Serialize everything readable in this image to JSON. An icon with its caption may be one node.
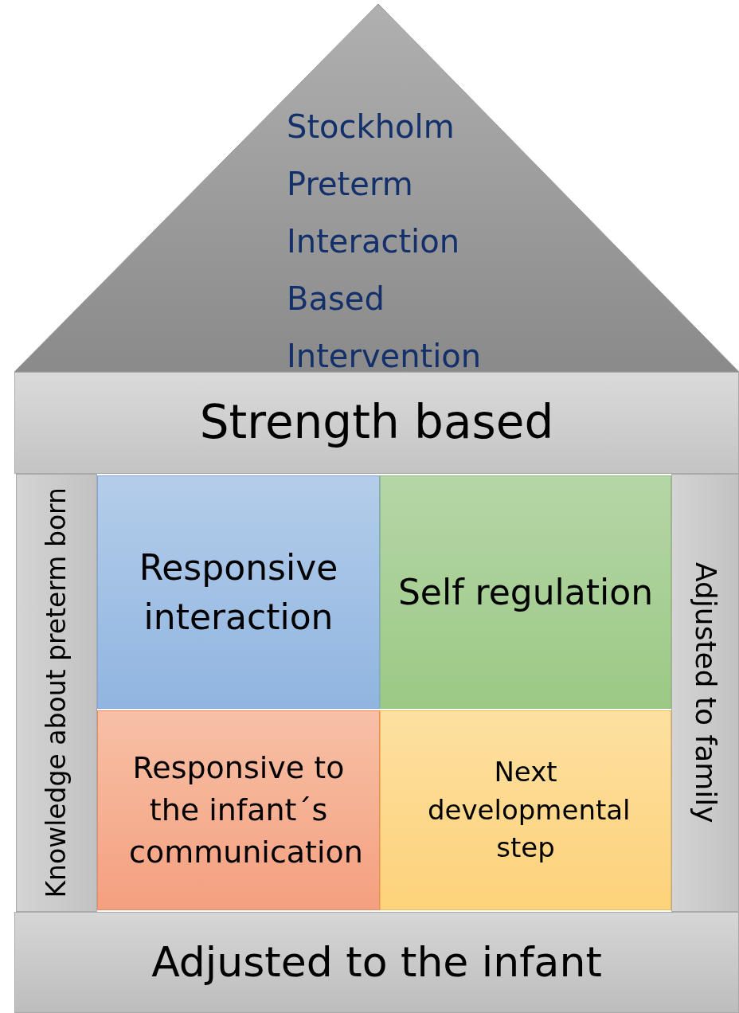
{
  "diagram": {
    "nodes": [
      {
        "text": [
          "Stockholm Preterm Interaction Based Intervention"
        ]
      },
      {
        "text": [
          "Strength based"
        ]
      },
      {
        "text": [
          "Knowledge about preterm born"
        ]
      },
      {
        "text": [
          "Responsive interaction"
        ]
      },
      {
        "text": [
          "Self regulation"
        ]
      },
      {
        "text": [
          "Adjusted to family"
        ]
      },
      {
        "text": [
          "Responsive to the infant´s communication"
        ]
      },
      {
        "text": [
          "Next developmental step"
        ]
      },
      {
        "text": [
          "Adjusted to the infant"
        ]
      }
    ]
  }
}
